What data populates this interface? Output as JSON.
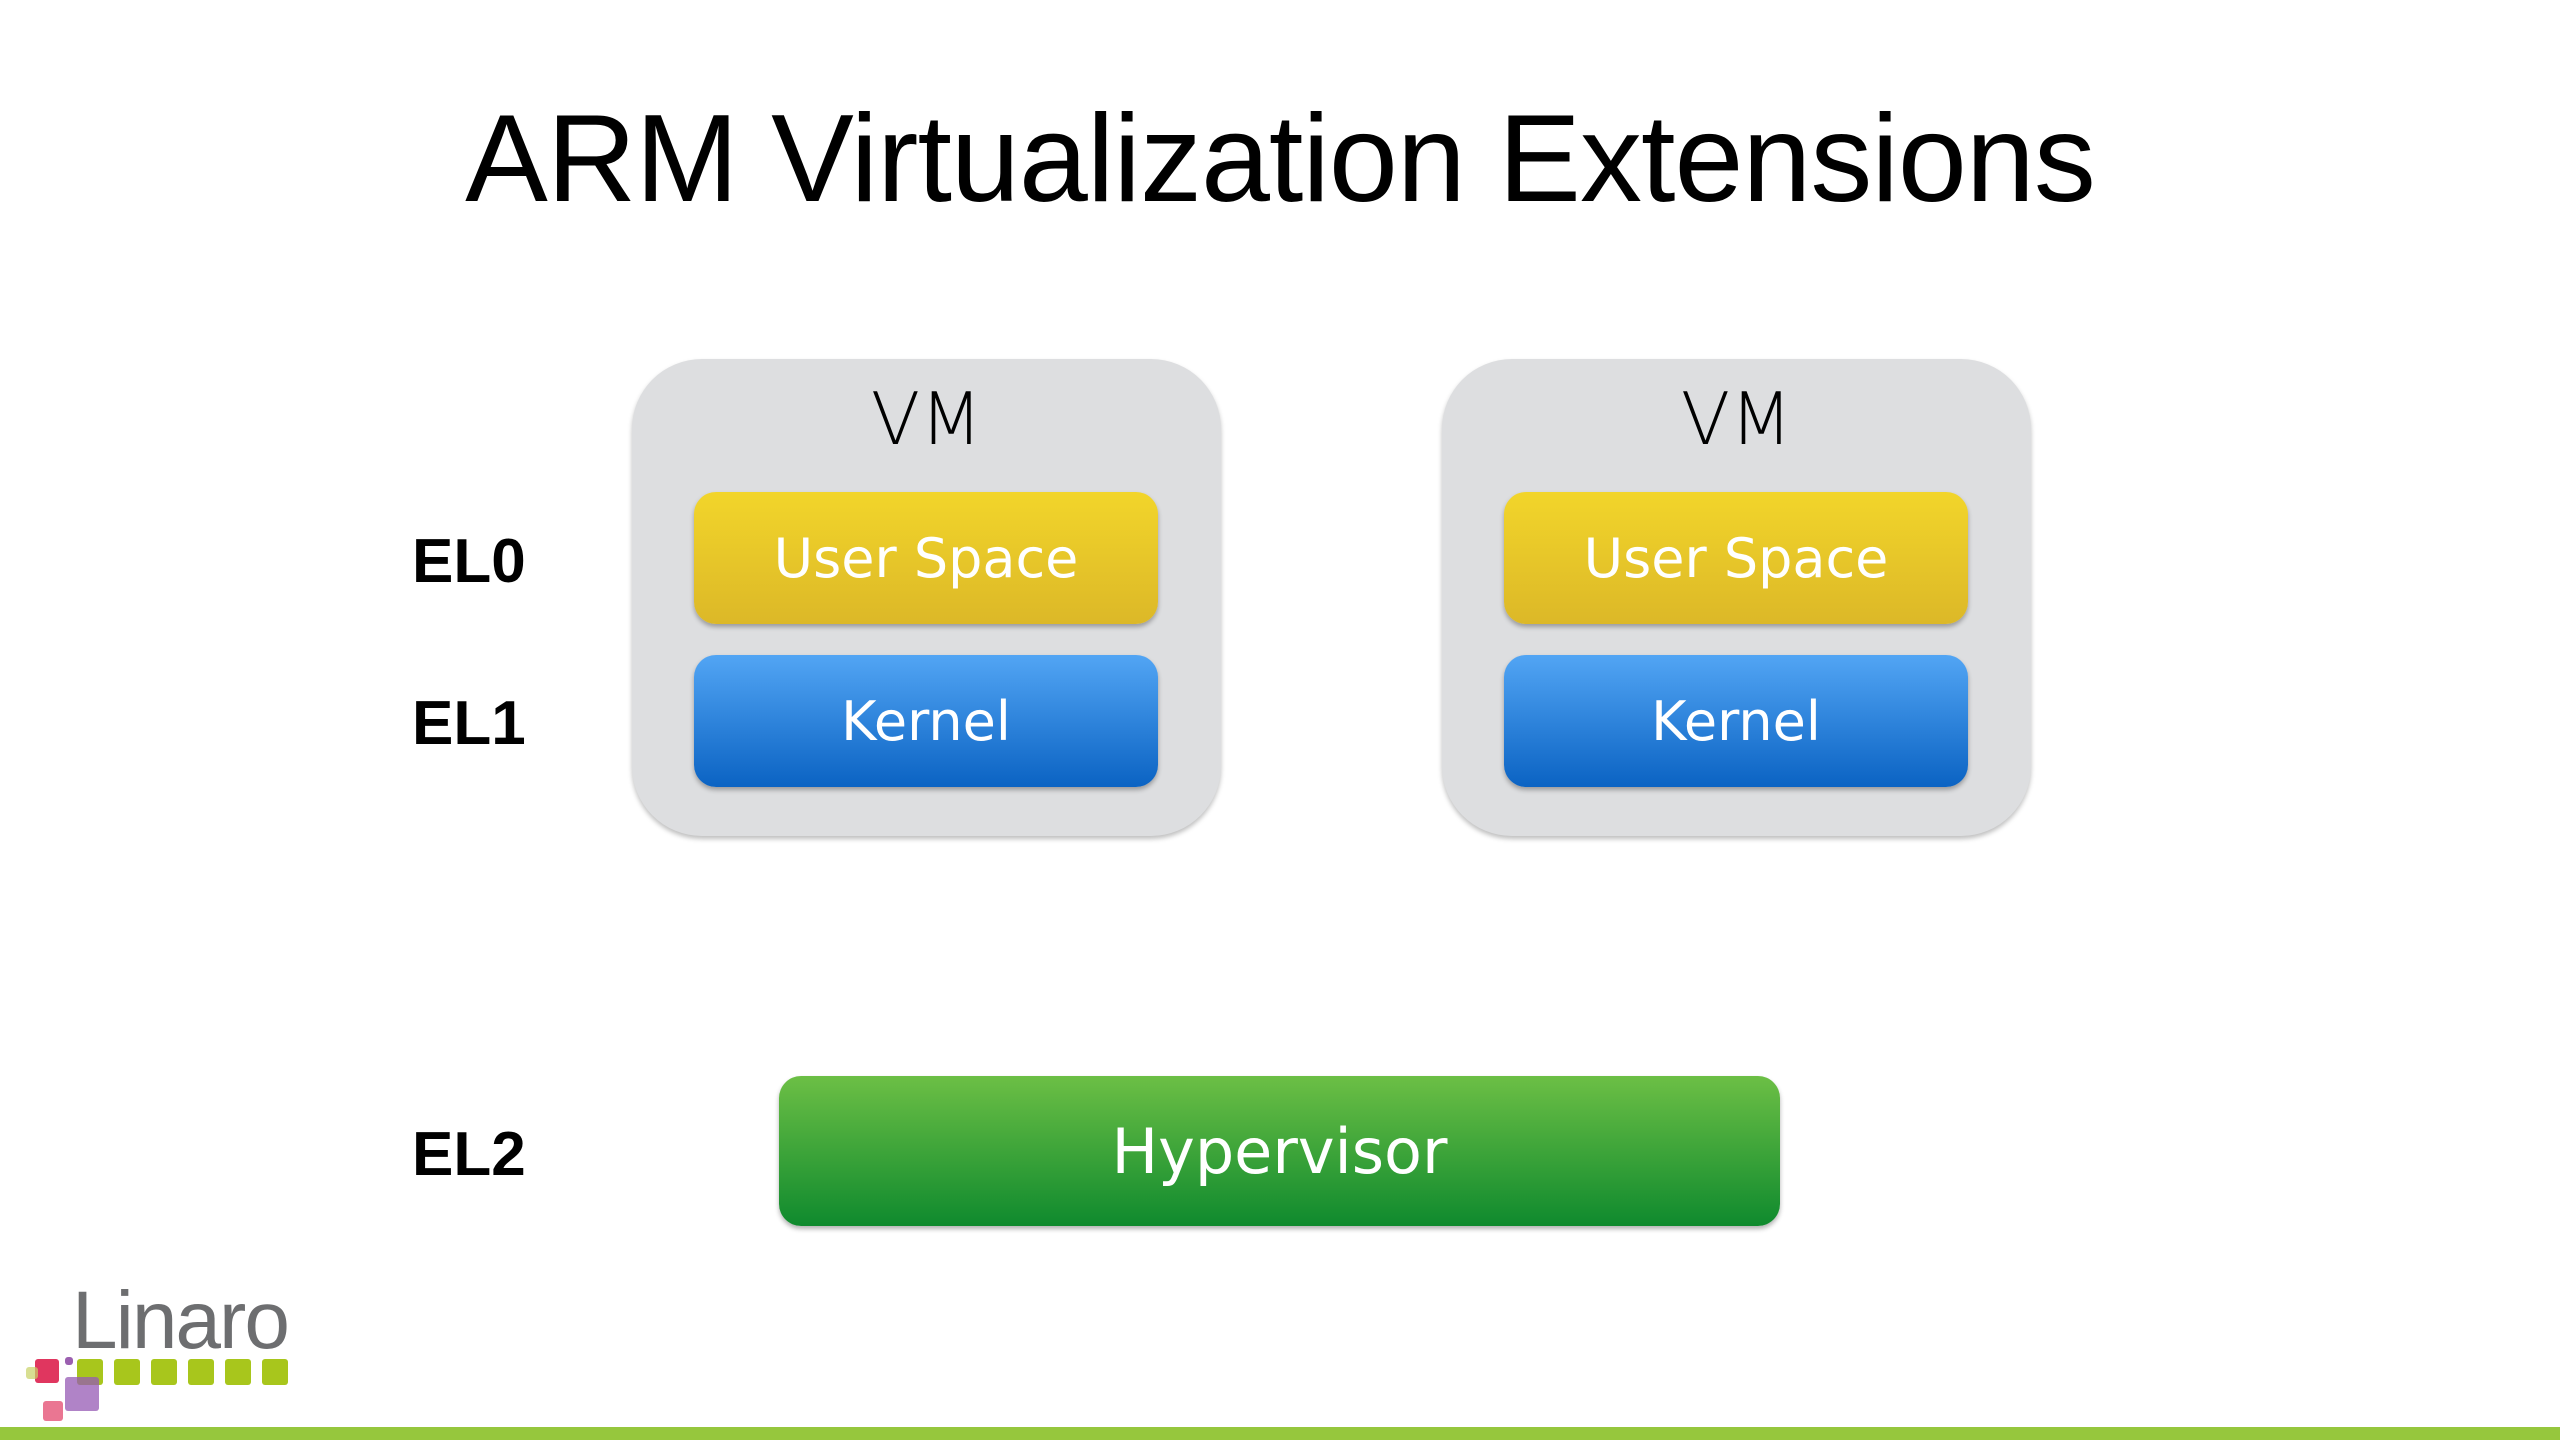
{
  "title": "ARM Virtualization Extensions",
  "levels": [
    "EL0",
    "EL1",
    "EL2"
  ],
  "vms": [
    {
      "label": "VM",
      "user_space": "User Space",
      "kernel": "Kernel"
    },
    {
      "label": "VM",
      "user_space": "User Space",
      "kernel": "Kernel"
    }
  ],
  "hypervisor": "Hypervisor",
  "logo": {
    "text": "Linaro"
  },
  "colors": {
    "user_space": "#e8c82a",
    "kernel": "#2f86dc",
    "hypervisor": "#3aa53a",
    "vm_bg": "#dddee0",
    "footer_bar": "#96c73d"
  }
}
